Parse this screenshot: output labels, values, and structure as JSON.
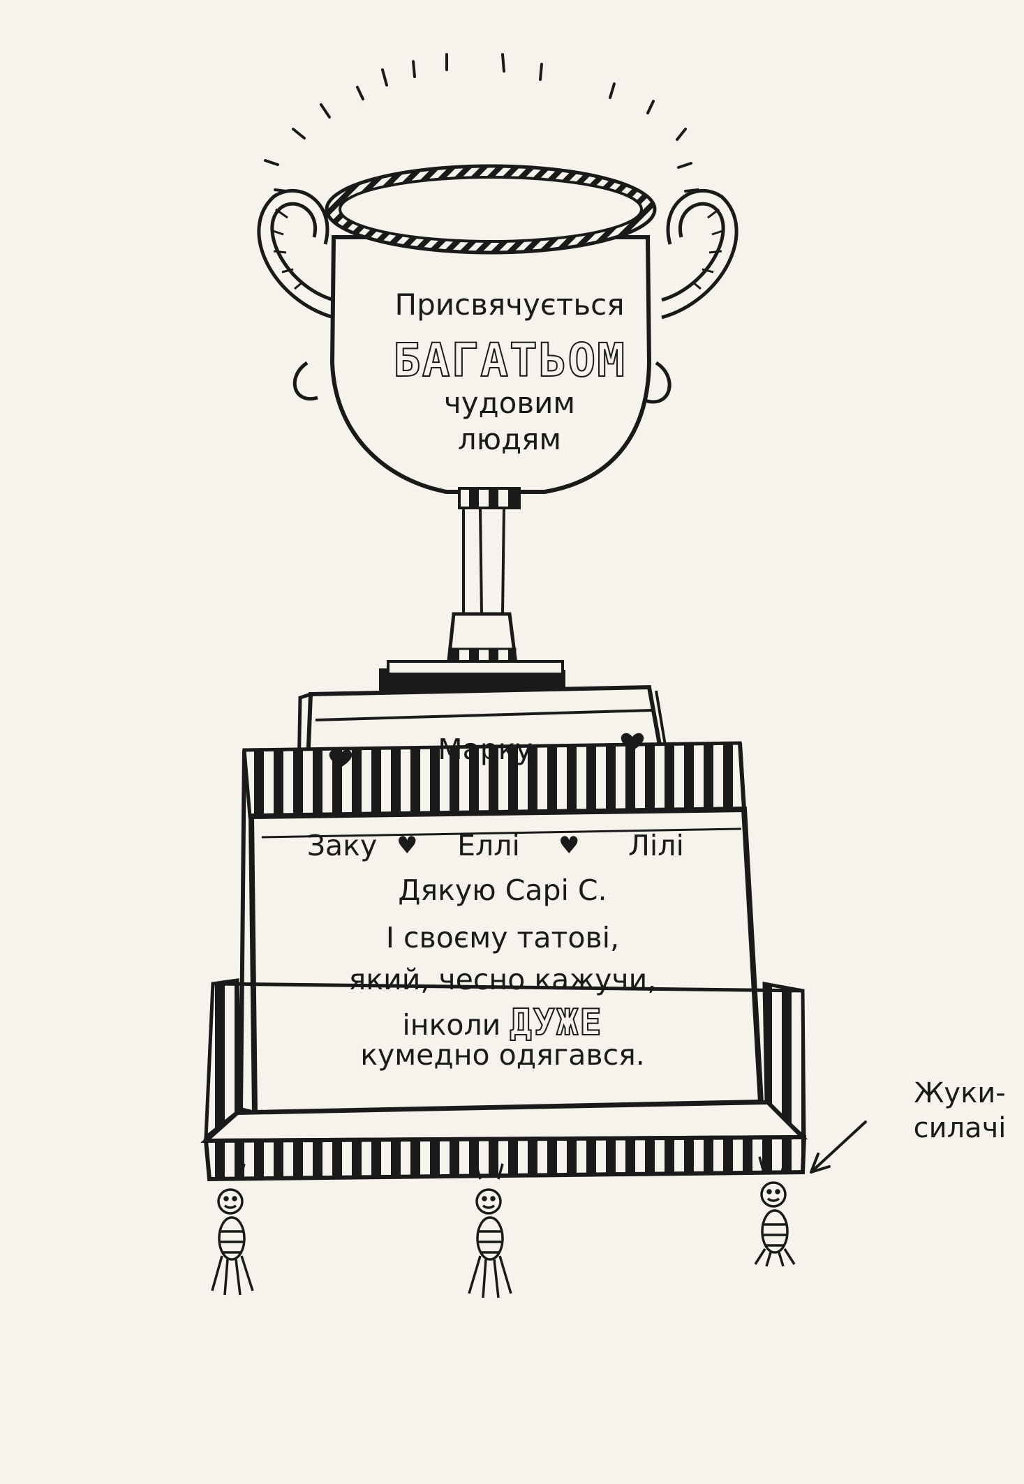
{
  "trophy": {
    "line1": "Присвячується",
    "line2": "БАГАТЬОМ",
    "line3": "чудовим",
    "line4": "людям"
  },
  "plaque": {
    "name": "Марку"
  },
  "base": {
    "name1": "Заку",
    "name2": "Еллі",
    "name3": "Лілі",
    "thanks": "Дякую Сарі С.",
    "dad_line1": "І своєму татові,",
    "dad_line2": "який, чесно кажучи,",
    "dad_line3_pre": "інколи",
    "dad_line3_emph": "ДУЖЕ",
    "dad_line4": "кумедно одягався."
  },
  "caption": {
    "line1": "Жуки-",
    "line2": "силачі"
  }
}
